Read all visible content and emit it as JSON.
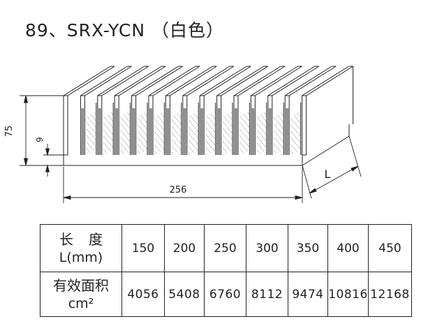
{
  "title": "89、SRX-YCN （白色）",
  "dims": {
    "height": "75",
    "base": "9",
    "width": "256",
    "length": "L"
  },
  "table": {
    "row1_header_cn": "长度",
    "row1_header_en": "L(mm)",
    "row2_header_cn": "有效面积",
    "row2_header_en": "cm²",
    "lengths": [
      "150",
      "200",
      "250",
      "300",
      "350",
      "400",
      "450"
    ],
    "areas": [
      "4056",
      "5408",
      "6760",
      "8112",
      "9474",
      "10816",
      "12168"
    ]
  }
}
